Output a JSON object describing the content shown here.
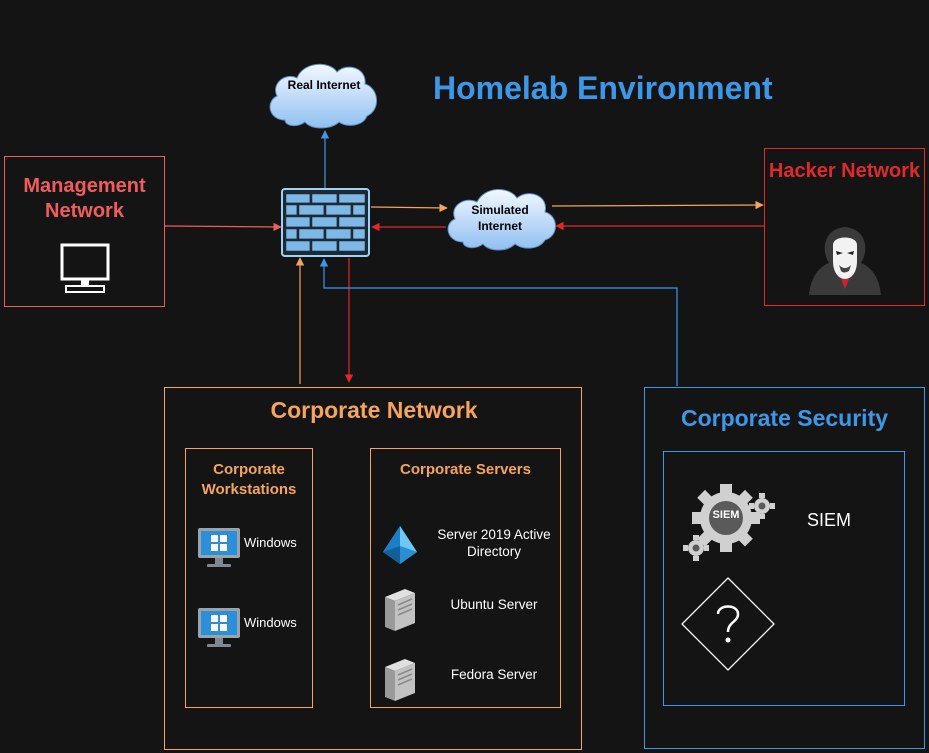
{
  "title": "Homelab Environment",
  "clouds": {
    "real": "Real Internet",
    "simulated": "Simulated Internet"
  },
  "management": {
    "title": "Management Network"
  },
  "hacker": {
    "title": "Hacker Network"
  },
  "corporate": {
    "title": "Corporate Network",
    "workstations": {
      "title": "Corporate Workstations",
      "items": [
        "Windows",
        "Windows"
      ]
    },
    "servers": {
      "title": "Corporate Servers",
      "items": [
        "Server 2019 Active Directory",
        "Ubuntu Server",
        "Fedora Server"
      ]
    }
  },
  "security": {
    "title": "Corporate Security",
    "siem_icon_label": "SIEM",
    "siem_label": "SIEM"
  },
  "colors": {
    "background": "#151414",
    "blue": "#3d97e9",
    "orange": "#f4a45c",
    "red": "#e0292b",
    "management": "#f25b5b"
  },
  "icons": [
    "firewall-icon",
    "monitor-icon",
    "hacker-icon",
    "windows-monitor-icon",
    "active-directory-icon",
    "server-icon",
    "gears-icon",
    "question-diamond-icon",
    "cloud-icon"
  ]
}
